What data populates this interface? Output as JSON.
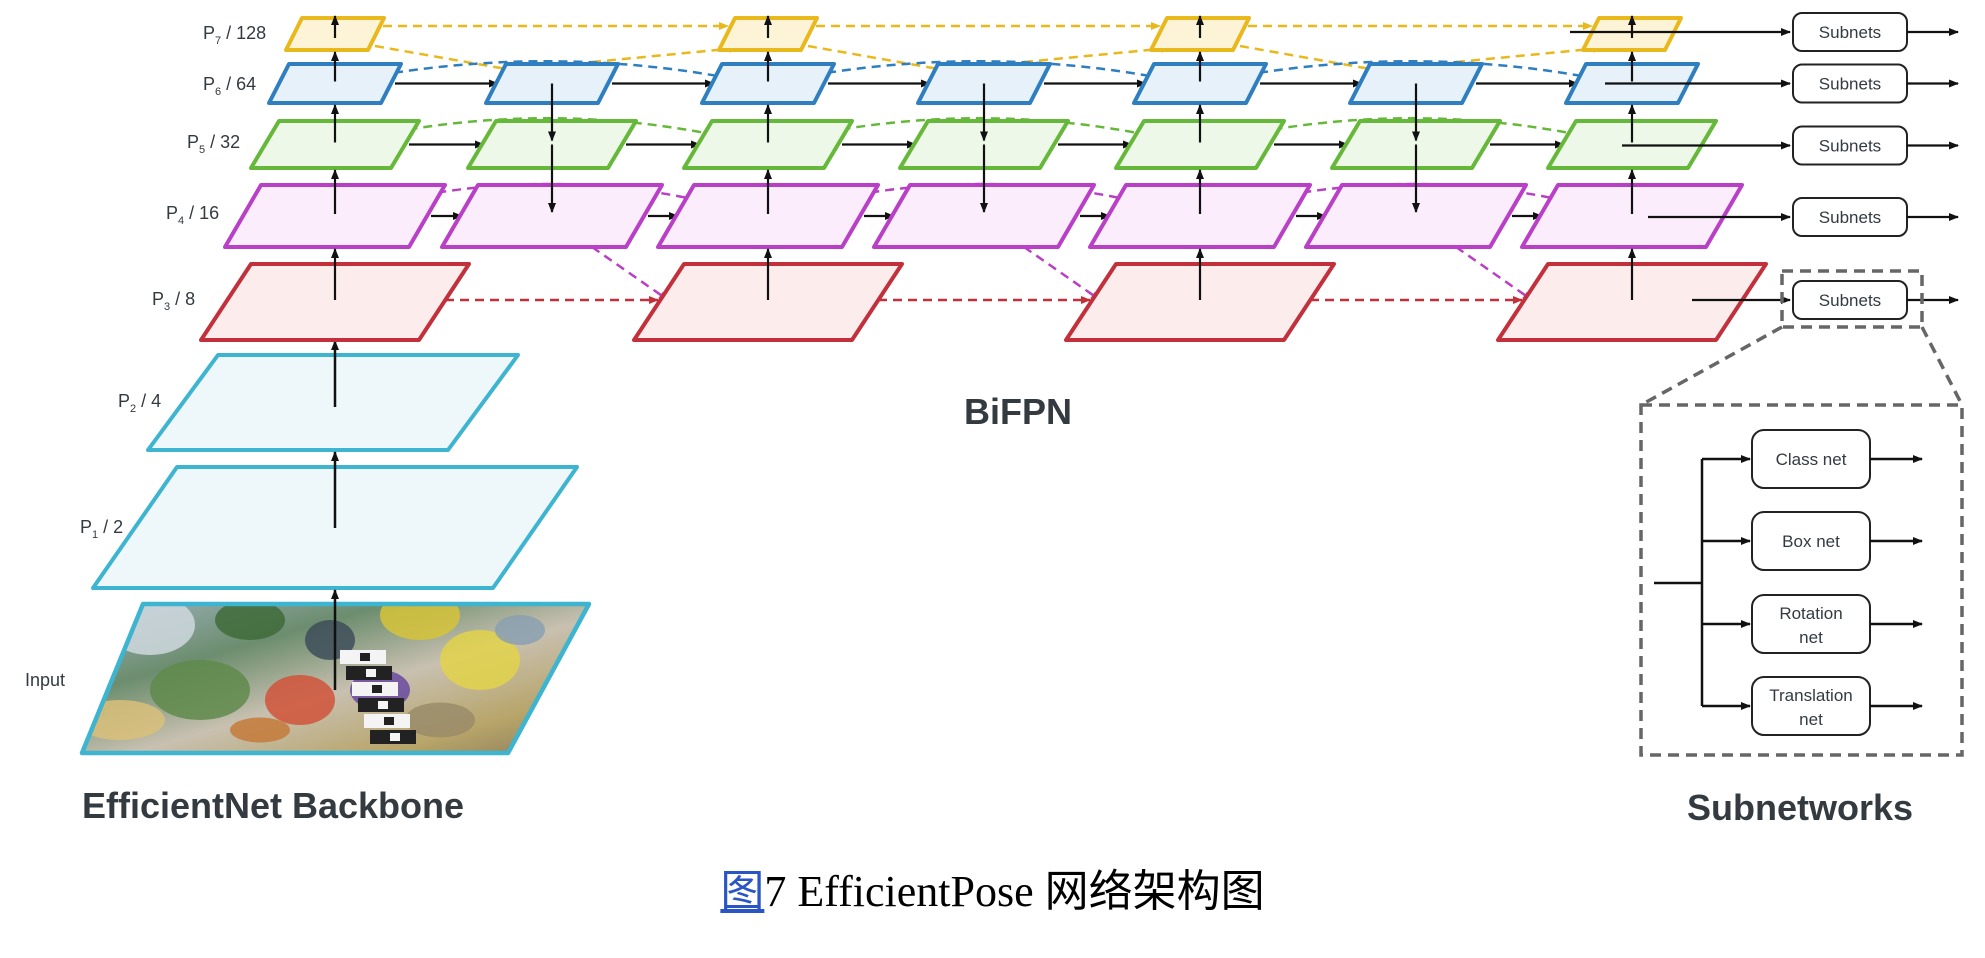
{
  "labels": {
    "p7": {
      "base": "P",
      "sub": "7",
      "rest": " / 128"
    },
    "p6": {
      "base": "P",
      "sub": "6",
      "rest": " / 64"
    },
    "p5": {
      "base": "P",
      "sub": "5",
      "rest": " / 32"
    },
    "p4": {
      "base": "P",
      "sub": "4",
      "rest": " / 16"
    },
    "p3": {
      "base": "P",
      "sub": "3",
      "rest": " / 8"
    },
    "p2": {
      "base": "P",
      "sub": "2",
      "rest": " / 4"
    },
    "p1": {
      "base": "P",
      "sub": "1",
      "rest": " / 2"
    },
    "input": "Input"
  },
  "sections": {
    "backbone": "EfficientNet Backbone",
    "bifpn": "BiFPN",
    "subnetworks": "Subnetworks"
  },
  "subnets_label": "Subnets",
  "subnet_detail": {
    "class_net": "Class net",
    "box_net": "Box net",
    "rotation_net": [
      "Rotation",
      "net"
    ],
    "translation_net": [
      "Translation",
      "net"
    ]
  },
  "caption": {
    "link": "图",
    "text": "7 EfficientPose  网络架构图"
  },
  "colors": {
    "p7": "#e8b81c",
    "p6": "#2f7ec0",
    "p5": "#66b83a",
    "p4": "#b93fc7",
    "p3": "#c2303c",
    "backbone": "#3db4d0"
  }
}
